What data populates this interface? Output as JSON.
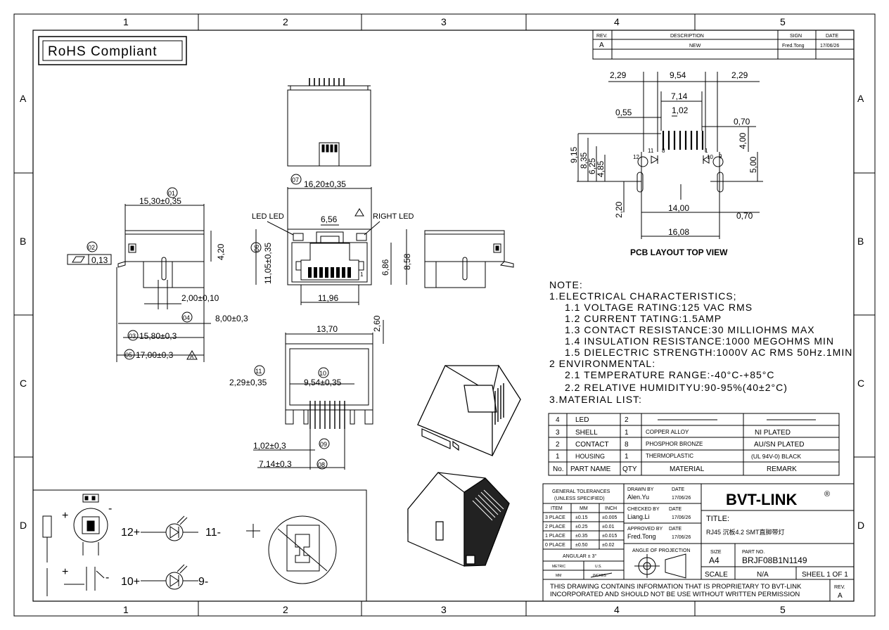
{
  "border": {
    "cols": [
      "1",
      "2",
      "3",
      "4",
      "5"
    ],
    "rows": [
      "A",
      "B",
      "C",
      "D"
    ]
  },
  "rohs": "RoHS Compliant",
  "revision_table": {
    "headers": [
      "REV.",
      "DESCRIPTION",
      "SIGN",
      "DATE"
    ],
    "row": [
      "A",
      "NEW",
      "Fred.Tong",
      "17/06/26"
    ]
  },
  "views": {
    "front": {
      "d01": "01",
      "w01": "15,30±0,35",
      "d02": "02",
      "flat": "0,13",
      "h": "4,20",
      "w2": "2,00±0,10",
      "d04": "04",
      "w04": "8,00±0,3",
      "d03": "03",
      "w03": "15,80±0,3",
      "d05": "05",
      "w05": "17,00±0,3",
      "revmark": "A"
    },
    "center": {
      "d07": "07",
      "w07": "16,20±0,35",
      "led_left": "LED LED",
      "led_right": "RIGHT LED",
      "w656": "6,56",
      "d06": "06",
      "h06": "11,05±0,35",
      "h686": "6,86",
      "h858": "8,58",
      "w1196": "11,96",
      "pin1": "1"
    },
    "bottom": {
      "w1370": "13,70",
      "h260": "2,60",
      "d11": "11",
      "w11": "2,29±0,35",
      "d10": "10",
      "w10": "9,54±0,35",
      "w102": "1,02±0,3",
      "d09": "09",
      "w714": "7,14±0,3",
      "d08": "08"
    },
    "pcb": {
      "title": "PCB LAYOUT TOP VIEW",
      "d229a": "2,29",
      "d954": "9,54",
      "d229b": "2,29",
      "d714": "7,14",
      "d055": "0,55",
      "d102": "1,02",
      "d070a": "0,70",
      "d915": "9,15",
      "d835": "8,35",
      "d625": "6,25",
      "d485": "4,85",
      "d400": "4,00",
      "d500": "5,00",
      "d220": "2,20",
      "d1400": "14,00",
      "d070b": "0,70",
      "d1608": "16,08",
      "p12": "12",
      "p11": "11",
      "p8": "8",
      "p10": "10",
      "p9": "9",
      "p1": "1"
    }
  },
  "notes": [
    "NOTE:",
    "1.ELECTRICAL  CHARACTERISTICS;",
    "1.1  VOLTAGE  RATING:125  VAC  RMS",
    "1.2  CURRENT  TATING:1.5AMP",
    "1.3  CONTACT  RESISTANCE:30  MILLIOHMS  MAX",
    "1.4  INSULATION  RESISTANCE:1000  MEGOHMS  MIN",
    "1.5  DIELECTRIC  STRENGTH:1000V  AC  RMS  50Hz.1MIN",
    "2  ENVIRONMENTAL:",
    "2.1  TEMPERATURE  RANGE:-40°C-+85°C",
    "2.2  RELATIVE  HUMIDITYU:90-95%(40±2°C)",
    "3.MATERIAL  LIST:"
  ],
  "materials": {
    "rows": [
      [
        "4",
        "LED",
        "2",
        "",
        ""
      ],
      [
        "3",
        "SHELL",
        "1",
        "COPPER ALLOY",
        "NI PLATED"
      ],
      [
        "2",
        "CONTACT",
        "8",
        "PHOSPHOR BRONZE",
        "AU/SN PLATED"
      ],
      [
        "1",
        "HOUSING",
        "1",
        "THERMOPLASTIC",
        "(UL 94V-0) BLACK"
      ]
    ],
    "header": [
      "No.",
      "PART NAME",
      "QTY",
      "MATERIAL",
      "REMARK"
    ]
  },
  "led_symbols": {
    "plus": "+",
    "minus": "-",
    "s12": "12+",
    "s11": "11-",
    "s10": "10+",
    "s9": "9-"
  },
  "title_block": {
    "gen_tol": "GENERAL TOLERANCES",
    "unless": "(UNLESS SPECIFIED)",
    "tol_headers": [
      "ITEM",
      "MM",
      "INCH"
    ],
    "tol_rows": [
      [
        "3 PLACE",
        "±0.15",
        "±0.005"
      ],
      [
        "2 PLACE",
        "±0.25",
        "±0.01"
      ],
      [
        "1 PLACE",
        "±0.35",
        "±0.015"
      ],
      [
        "0 PLACE",
        "±0.50",
        "±0.02"
      ]
    ],
    "angular": "ANGULAR ± 3°",
    "metric": "METRIC",
    "us": "U.S.",
    "mm": "MM",
    "inches": "INCHES",
    "drawn_by": "DRAWN BY",
    "drawn_name": "Alen.Yu",
    "checked_by": "CHECKED BY",
    "checked_name": "Liang.Li",
    "approved_by": "APPROVED BY",
    "approved_name": "Fred.Tong",
    "date_label": "DATE",
    "date": "17/06/26",
    "angle_proj": "ANGLE OF PROJECTION",
    "company": "BVT-LINK",
    "reg": "®",
    "title_label": "TITLE:",
    "title_value": "RJ45  沉板4.2  SMT直脚带灯",
    "size_label": "SIZE",
    "size_value": "A4",
    "partno_label": "PART NO.",
    "partno_value": "BRJF08B1N1149",
    "scale_label": "SCALE",
    "scale_value": "N/A",
    "sheet": "SHEEL  1  OF  1",
    "proprietary": "THIS DRAWING CONTAINS INFORMATION THAT IS PROPRIETARY TO BVT-LINK",
    "proprietary2": "INCORPORATED AND SHOULD NOT BE USE WITHOUT WRITTEN PERMISSION",
    "rev_label": "REV.",
    "rev_value": "A"
  }
}
